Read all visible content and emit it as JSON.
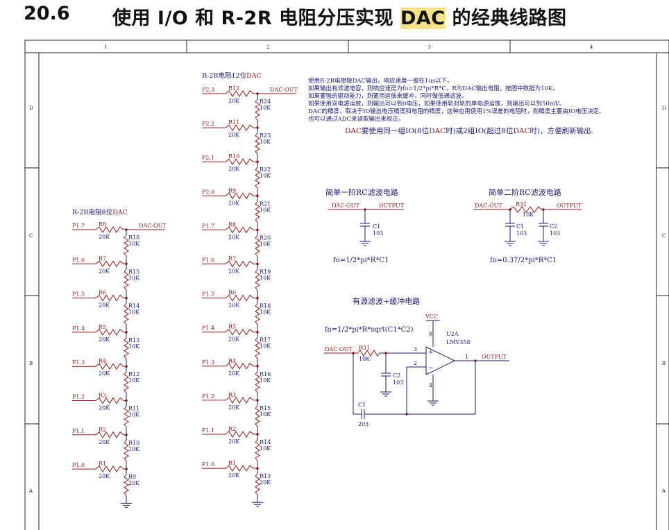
{
  "heading": {
    "number": "20.6",
    "title_prefix": "使用 I/O 和 R-2R 电阻分压实现 ",
    "title_highlight": "DAC",
    "title_suffix": " 的经典线路图"
  },
  "frame": {
    "columns": [
      "1",
      "2",
      "3",
      "4"
    ],
    "rows": [
      "D",
      "C",
      "B",
      "A"
    ]
  },
  "ladder8": {
    "title_prefix": "R-2R电阻8位",
    "title_highlight": "DAC",
    "output_net": "DAC-OUT",
    "bits": [
      {
        "net": "P1.7",
        "r": "R8",
        "rv": "20K",
        "s": "R16",
        "sv": "10K"
      },
      {
        "net": "P1.6",
        "r": "R7",
        "rv": "20K",
        "s": "R15",
        "sv": "10K"
      },
      {
        "net": "P1.5",
        "r": "R6",
        "rv": "20K",
        "s": "R14",
        "sv": "10K"
      },
      {
        "net": "P1.4",
        "r": "R5",
        "rv": "20K",
        "s": "R13",
        "sv": "10K"
      },
      {
        "net": "P1.3",
        "r": "R4",
        "rv": "20K",
        "s": "R12",
        "sv": "10K"
      },
      {
        "net": "P1.2",
        "r": "R3",
        "rv": "20K",
        "s": "R11",
        "sv": "10K"
      },
      {
        "net": "P1.1",
        "r": "R2",
        "rv": "20K",
        "s": "R10",
        "sv": "10K"
      },
      {
        "net": "P1.0",
        "r": "R1",
        "rv": "20K",
        "s": "R9",
        "sv": "20K"
      }
    ]
  },
  "ladder12": {
    "title_prefix": "R-2R电阻12位",
    "title_highlight": "DAC",
    "output_net": "DAC-OUT",
    "bits": [
      {
        "net": "P2.3",
        "r": "R12",
        "rv": "20K",
        "s": "R24",
        "sv": "10K"
      },
      {
        "net": "P2.2",
        "r": "R11",
        "rv": "20K",
        "s": "R23",
        "sv": "10K"
      },
      {
        "net": "P2.1",
        "r": "R10",
        "rv": "20K",
        "s": "R22",
        "sv": "10K"
      },
      {
        "net": "P2.0",
        "r": "R9",
        "rv": "20K",
        "s": "R21",
        "sv": "10K"
      },
      {
        "net": "P1.7",
        "r": "R8",
        "rv": "20K",
        "s": "R20",
        "sv": "10K"
      },
      {
        "net": "P1.6",
        "r": "R7",
        "rv": "20K",
        "s": "R19",
        "sv": "10K"
      },
      {
        "net": "P1.5",
        "r": "R6",
        "rv": "20K",
        "s": "R18",
        "sv": "10K"
      },
      {
        "net": "P1.4",
        "r": "R5",
        "rv": "20K",
        "s": "R17",
        "sv": "10K"
      },
      {
        "net": "P1.3",
        "r": "R4",
        "rv": "20K",
        "s": "R16",
        "sv": "10K"
      },
      {
        "net": "P1.2",
        "r": "R3",
        "rv": "20K",
        "s": "R15",
        "sv": "10K"
      },
      {
        "net": "P1.1",
        "r": "R2",
        "rv": "20K",
        "s": "R14",
        "sv": "10K"
      },
      {
        "net": "P1.0",
        "r": "R1",
        "rv": "20K",
        "s": "R13",
        "sv": "20K"
      }
    ]
  },
  "notes": [
    "使用R-2R电阻做DAC输出，响应速度一般在1us以下。",
    "如果输出有滤波电容，则响应速度为fo=1/2*pi*R*C，R为DAC输出电阻，按图中数据为10K。",
    "如果要强的驱动能力，则要用运放来缓冲，同时做低通滤波。",
    "如果使用双电源运放，则输出可以到0电压，如果使用轨对轨的单电源运放，则输出可以到50mV。",
    "DAC的精度，取决于IO输出电压精度和电阻的精度，这种应用使用1%误差的电阻时，则精度主要由IO电压决定。",
    "也可以通过ADC来读取输出来校正。"
  ],
  "note_highlight": {
    "a": "DAC",
    "b": "要使用同一组IO(8位",
    "c": "DAC",
    "d": "时)或2组IO(超过8位",
    "e": "DAC",
    "f": "时)，方便刷新输出."
  },
  "filter1": {
    "title": "简单一阶RC滤波电路",
    "in_net": "DAC-OUT",
    "out_net": "OUTPUT",
    "cap": "C1",
    "cap_val": "103",
    "formula": "fo=1/2*pi*R*C1"
  },
  "filter2": {
    "title": "简单二阶RC滤波电路",
    "in_net": "DAC-OUT",
    "out_net": "OUTPUT",
    "res": "R31",
    "res_val": "10K",
    "cap1": "C1",
    "cap1_val": "103",
    "cap2": "C2",
    "cap2_val": "103",
    "formula": "fo=0.37/2*pi*R*C1"
  },
  "active": {
    "title": "有源滤波+缓冲电路",
    "formula": "fo=1/2*pi*R*sqrt(C1*C2)",
    "vcc": "VCC",
    "opamp_ref": "U2A",
    "opamp_part": "LMV358",
    "in_net": "DAC-OUT",
    "out_net": "OUTPUT",
    "res": "R31",
    "res_val": "10K",
    "cap2": "C2",
    "cap2_val": "103",
    "cap1": "C1",
    "cap1_val": "203",
    "pin_plus": "3",
    "pin_minus": "2",
    "pin_out": "1",
    "pin_vcc": "8",
    "pin_gnd": "4"
  },
  "colors": {
    "wire": "#1a1a6e",
    "net": "#8a1a1a",
    "highlight": "#f3d36a"
  }
}
